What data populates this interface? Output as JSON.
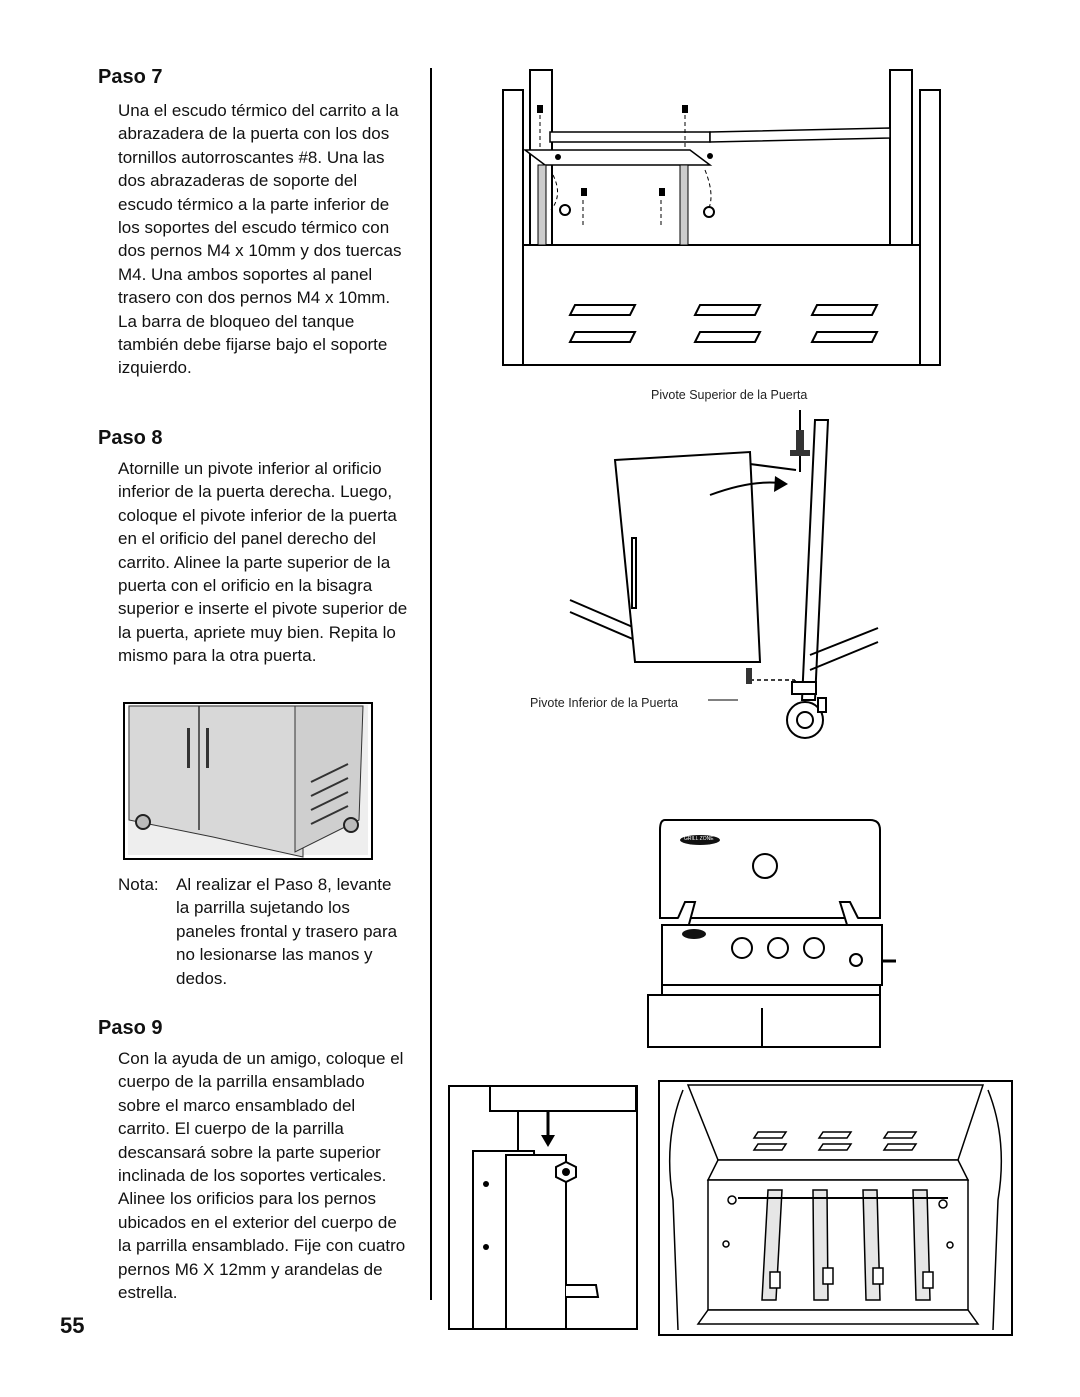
{
  "steps": [
    {
      "title": "Paso 7",
      "text": "Una el escudo térmico del carrito a la abrazadera de la puerta con los dos tornillos autorroscantes #8. Una las dos abrazaderas de soporte del escudo térmico a la parte inferior de los soportes del escudo térmico con dos pernos M4 x 10mm y dos tuercas M4. Una ambos soportes al panel trasero con dos pernos M4 x 10mm. La barra de bloqueo del tanque también debe fijarse bajo el soporte izquierdo."
    },
    {
      "title": "Paso 8",
      "text": "Atornille un pivote inferior al orificio inferior de la puerta derecha. Luego, coloque el pivote inferior de la puerta en el orificio del panel derecho del carrito. Alinee la parte superior de la puerta con el orificio en la bisagra superior e inserte el pivote superior de la puerta, apriete muy bien. Repita lo mismo para la otra puerta."
    },
    {
      "title": "Paso 9",
      "text": "Con la ayuda de un amigo, coloque el cuerpo de la parrilla ensamblado sobre el marco ensamblado del carrito. El cuerpo de la parrilla descansará sobre la parte superior inclinada de los soportes verticales. Alinee los orificios para los pernos ubicados en el exterior del cuerpo de la parrilla ensamblado. Fije con cuatro pernos M6 X 12mm y arandelas de estrella."
    }
  ],
  "note": {
    "label": "Nota:",
    "text": "Al realizar el Paso 8, levante la parrilla sujetando los paneles frontal y trasero para no lesionarse las manos y dedos."
  },
  "figure_labels": {
    "top_pivot": "Pivote Superior de la Puerta",
    "bottom_pivot": "Pivote Inferior de la Puerta",
    "logo": "GRILL ZONE"
  },
  "page_number": "55"
}
